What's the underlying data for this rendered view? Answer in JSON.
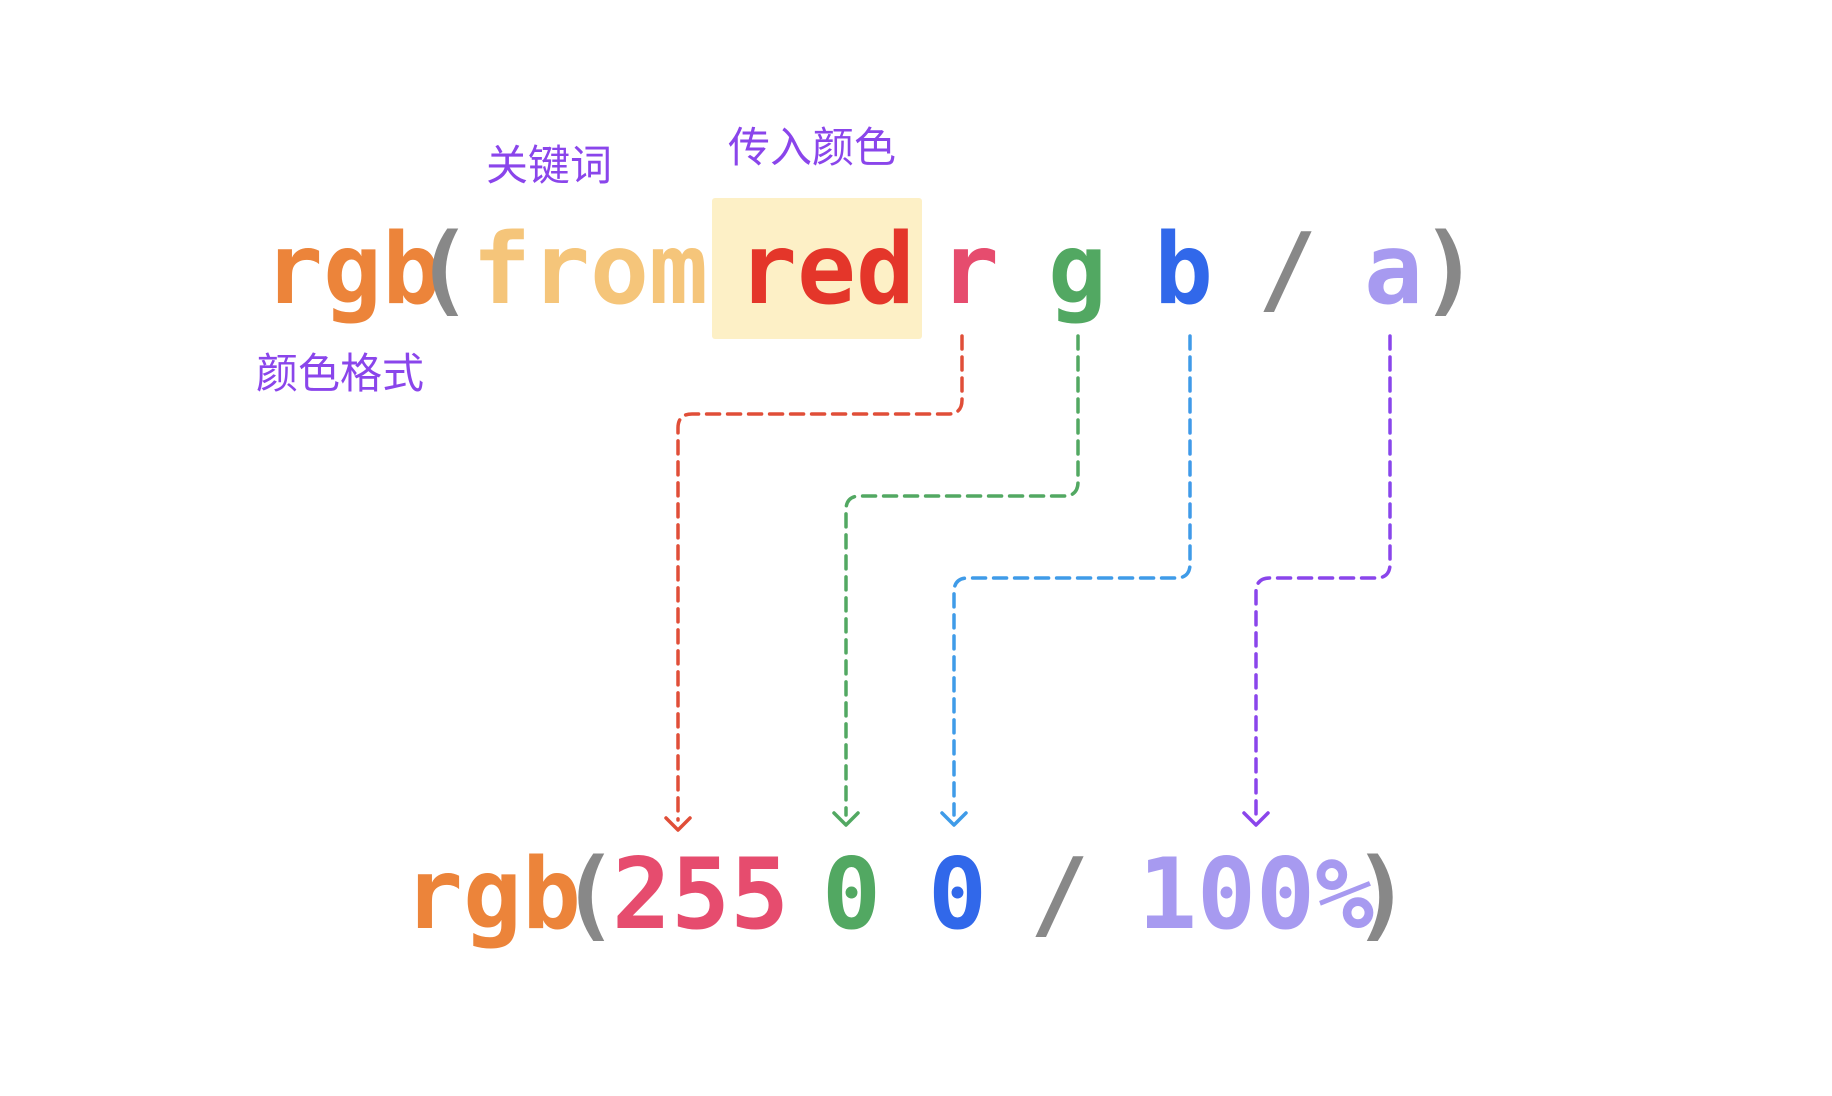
{
  "colors": {
    "format": "#ec843a",
    "paren": "#888888",
    "keyword": "#f5c57a",
    "origin": "#e4362a",
    "origin_bg": "#fdf0c6",
    "r": "#e64c6e",
    "g": "#52a862",
    "b": "#3168ea",
    "slash": "#888888",
    "a": "#a79af0",
    "label": "#8a45eb",
    "arrow_r": "#e04e38",
    "arrow_g": "#52a862",
    "arrow_b": "#3f9be8",
    "arrow_a": "#8a45eb"
  },
  "labels": {
    "keyword": "关键词",
    "origin": "传入颜色",
    "format": "颜色格式"
  },
  "top": {
    "format": "rgb",
    "open": "(",
    "keyword": "from",
    "origin": "red",
    "r": "r",
    "g": "g",
    "b": "b",
    "slash": "/",
    "a": "a",
    "close": ")"
  },
  "bottom": {
    "format": "rgb",
    "open": "(",
    "r": "255",
    "g": "0",
    "b": "0",
    "slash": "/",
    "a": "100%",
    "close": ")"
  }
}
